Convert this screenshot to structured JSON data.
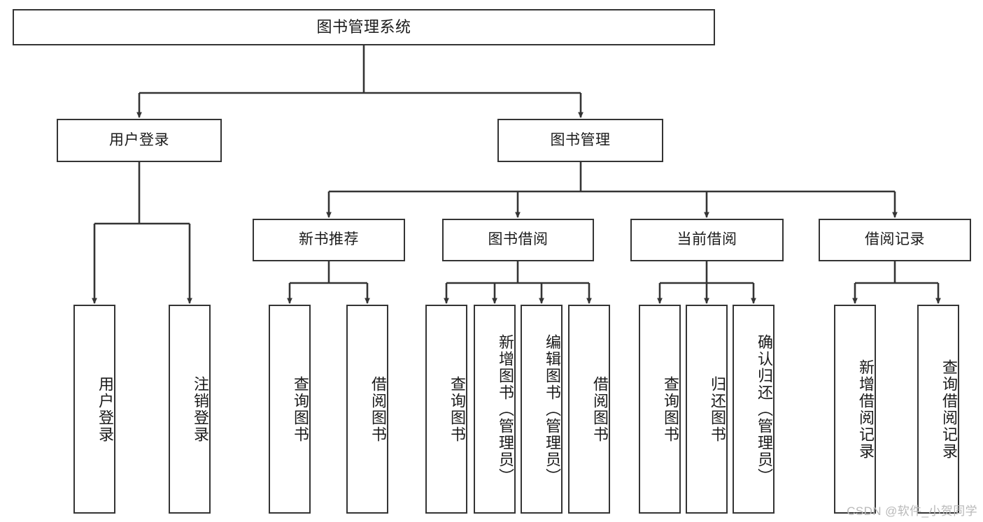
{
  "diagram": {
    "title_box": {
      "label": "图书管理系统"
    },
    "level2": [
      {
        "id": "user-login",
        "label": "用户登录"
      },
      {
        "id": "book-management",
        "label": "图书管理"
      }
    ],
    "level3": [
      {
        "id": "new-book-recommend",
        "label": "新书推荐"
      },
      {
        "id": "book-borrow",
        "label": "图书借阅"
      },
      {
        "id": "current-borrow",
        "label": "当前借阅"
      },
      {
        "id": "borrow-record",
        "label": "借阅记录"
      }
    ],
    "leaves": [
      {
        "id": "leaf-user-login",
        "label": "用户登录"
      },
      {
        "id": "leaf-logout-login",
        "label": "注销登录"
      },
      {
        "id": "leaf-query-book-1",
        "label": "查询图书"
      },
      {
        "id": "leaf-borrow-book-1",
        "label": "借阅图书"
      },
      {
        "id": "leaf-query-book-2",
        "label": "查询图书"
      },
      {
        "id": "leaf-add-book",
        "label": "新增图书（管理员）"
      },
      {
        "id": "leaf-edit-book",
        "label": "编辑图书（管理员）"
      },
      {
        "id": "leaf-borrow-book-2",
        "label": "借阅图书"
      },
      {
        "id": "leaf-query-book-3",
        "label": "查询图书"
      },
      {
        "id": "leaf-return-book",
        "label": "归还图书"
      },
      {
        "id": "leaf-confirm-return",
        "label": "确认归还（管理员）"
      },
      {
        "id": "leaf-add-borrow-record",
        "label": "新增借阅记录"
      },
      {
        "id": "leaf-query-borrow-record",
        "label": "查询借阅记录"
      }
    ],
    "watermark": {
      "text": "CSDN @软件_小贺同学"
    },
    "colors": {
      "stroke": "#343434",
      "fill": "#ffffff",
      "text": "#1b1b1b",
      "watermark": "#b9b9b9"
    }
  }
}
